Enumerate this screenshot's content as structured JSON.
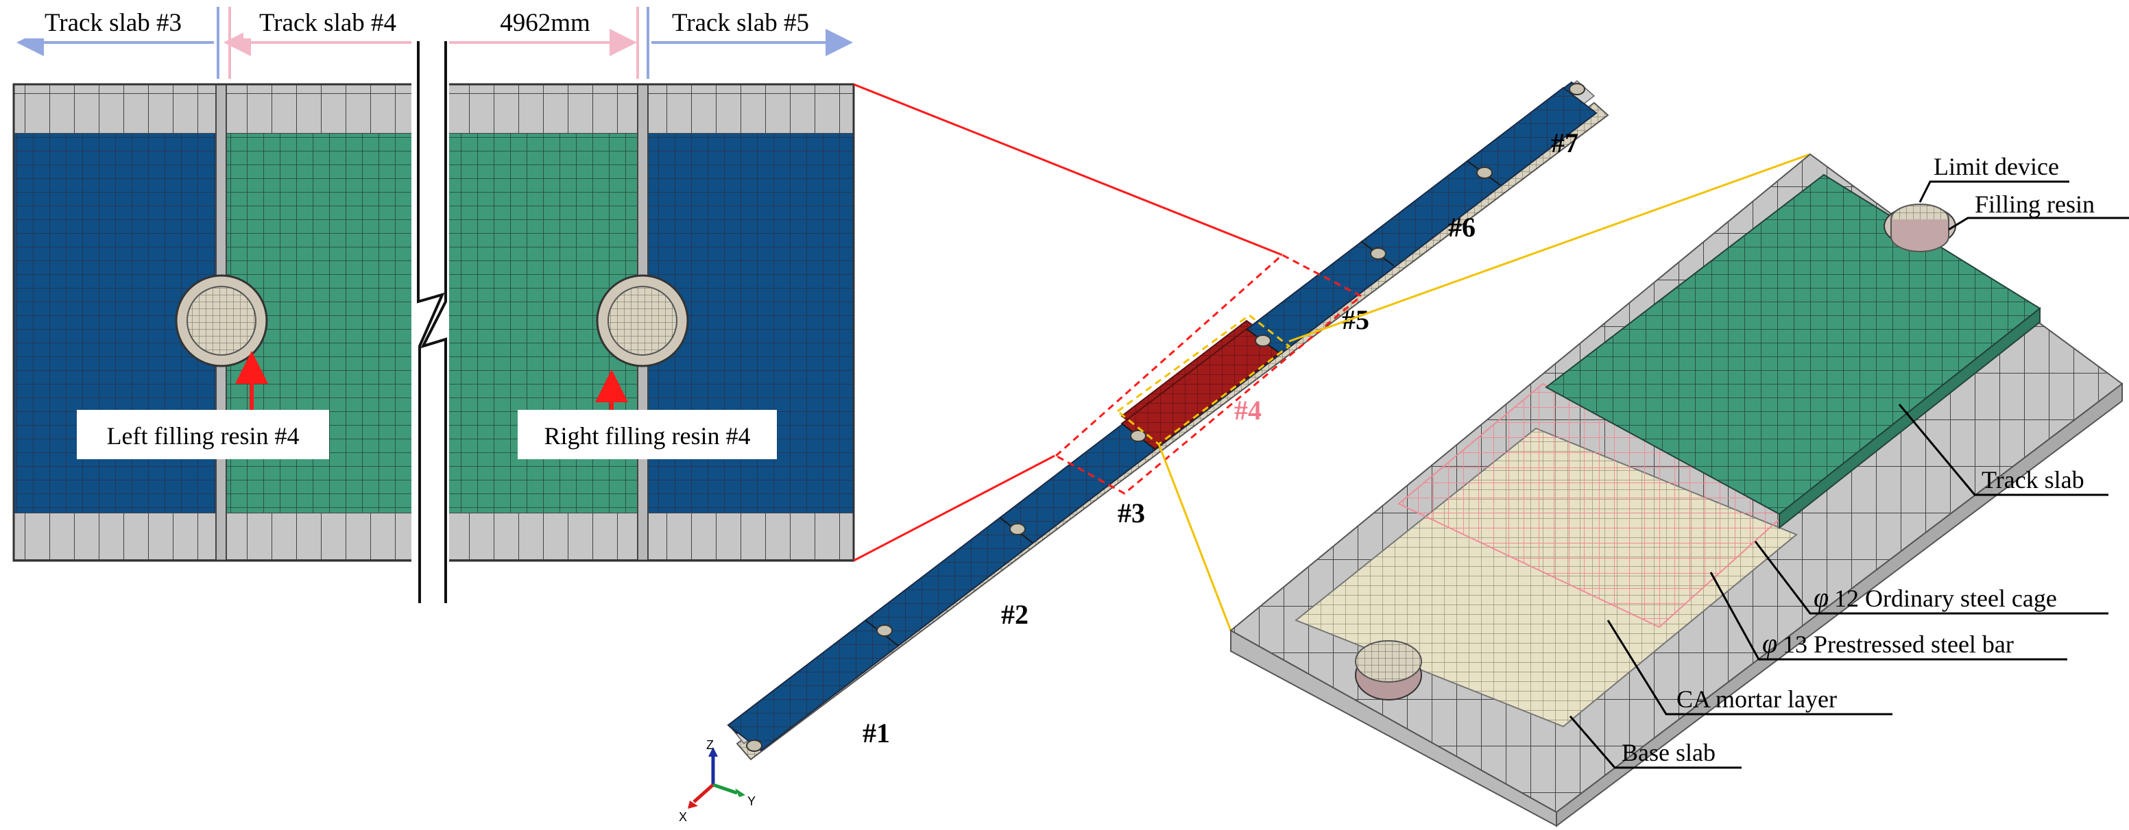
{
  "plan_view": {
    "top_labels": {
      "slab3": "Track slab #3",
      "slab4": "Track slab #4",
      "length": "4962mm",
      "slab5": "Track slab #5"
    },
    "callouts": {
      "left": "Left filling resin #4",
      "right": "Right filling resin #4"
    }
  },
  "overview": {
    "slab_numbers": [
      "#1",
      "#2",
      "#3",
      "#4",
      "#5",
      "#6",
      "#7"
    ],
    "axis_triad": {
      "z": "Z",
      "x": "X",
      "y": "Y"
    }
  },
  "detail_view": {
    "component_labels": {
      "limit_device": "Limit device",
      "filling_resin": "Filling resin",
      "track_slab": "Track slab",
      "ordinary_cage_symbol": "φ",
      "ordinary_cage": "12 Ordinary steel cage",
      "prestressed_symbol": "φ",
      "prestressed_bar": "13 Prestressed steel bar",
      "ca_mortar": "CA mortar layer",
      "base_slab": "Base slab"
    }
  },
  "colors": {
    "slab_blue": "#0f4f86",
    "slab_green": "#3f9a79",
    "base_gray": "#c6c6c6",
    "mortar_beige": "#e7e1c6",
    "highlight_red": "#a11b1b",
    "steel_pink": "#f08a96",
    "connector_red": "#ff1a1a",
    "connector_yellow": "#f2c200",
    "dim_blue": "#93a8e0",
    "dim_pink": "#f3b8c7",
    "label_pink": "#f07a8a"
  }
}
